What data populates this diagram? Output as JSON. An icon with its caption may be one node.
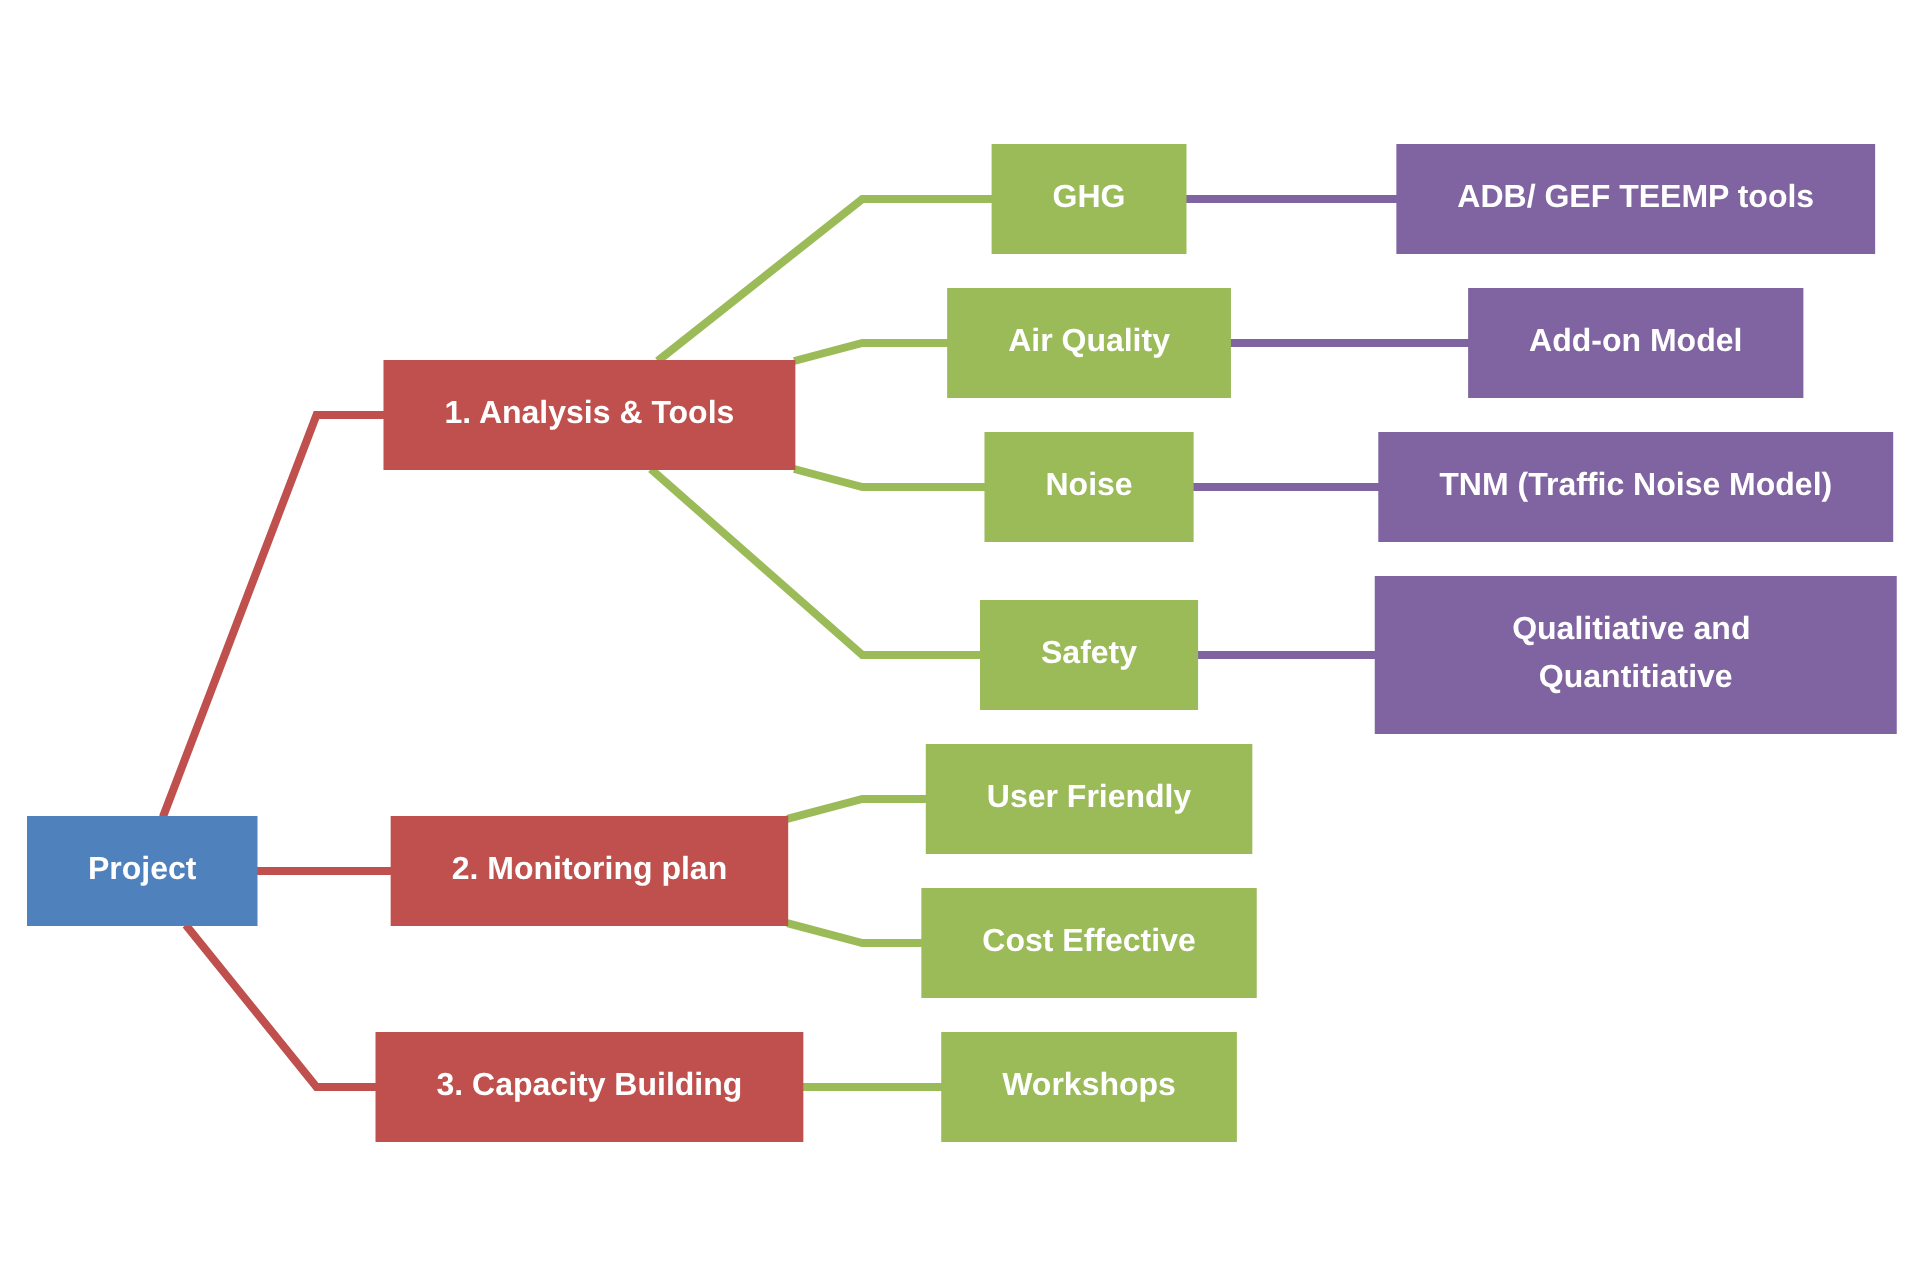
{
  "diagram": {
    "nodes": [
      {
        "text": [
          "Project"
        ]
      },
      {
        "text": [
          "1. Analysis & Tools"
        ]
      },
      {
        "text": [
          "2. Monitoring plan"
        ]
      },
      {
        "text": [
          "3. Capacity Building"
        ]
      },
      {
        "text": [
          "GHG"
        ]
      },
      {
        "text": [
          "Air Quality"
        ]
      },
      {
        "text": [
          "Noise"
        ]
      },
      {
        "text": [
          "Safety"
        ]
      },
      {
        "text": [
          "User Friendly"
        ]
      },
      {
        "text": [
          "Cost Effective"
        ]
      },
      {
        "text": [
          "Workshops"
        ]
      },
      {
        "text": [
          "ADB/ GEF TEEMP tools"
        ]
      },
      {
        "text": [
          "Add-on Model"
        ]
      },
      {
        "text": [
          "TNM (Traffic Noise Model)"
        ]
      },
      {
        "text": [
          "Qualitiative and Quantitiative"
        ]
      }
    ],
    "edges": [
      {
        "from": 0,
        "to": 1,
        "arrow": "none",
        "color": "#c0504d"
      },
      {
        "from": 0,
        "to": 2,
        "arrow": "none",
        "color": "#c0504d"
      },
      {
        "from": 0,
        "to": 3,
        "arrow": "none",
        "color": "#c0504d"
      },
      {
        "from": 1,
        "to": 4,
        "arrow": "none"
      },
      {
        "from": 1,
        "to": 5,
        "arrow": "none"
      },
      {
        "from": 1,
        "to": 6,
        "arrow": "none"
      },
      {
        "from": 1,
        "to": 7,
        "arrow": "none"
      },
      {
        "from": 2,
        "to": 8,
        "arrow": "none"
      },
      {
        "from": 2,
        "to": 9,
        "arrow": "none"
      },
      {
        "from": 3,
        "to": 10,
        "arrow": "none"
      },
      {
        "from": 4,
        "to": 11,
        "arrow": "none",
        "color": "#8064a2"
      },
      {
        "from": 5,
        "to": 12,
        "arrow": "none",
        "color": "#8064a2"
      },
      {
        "from": 6,
        "to": 13,
        "arrow": "none",
        "color": "#8064a2"
      },
      {
        "from": 7,
        "to": 14,
        "arrow": "none",
        "color": "#8064a2"
      }
    ]
  }
}
